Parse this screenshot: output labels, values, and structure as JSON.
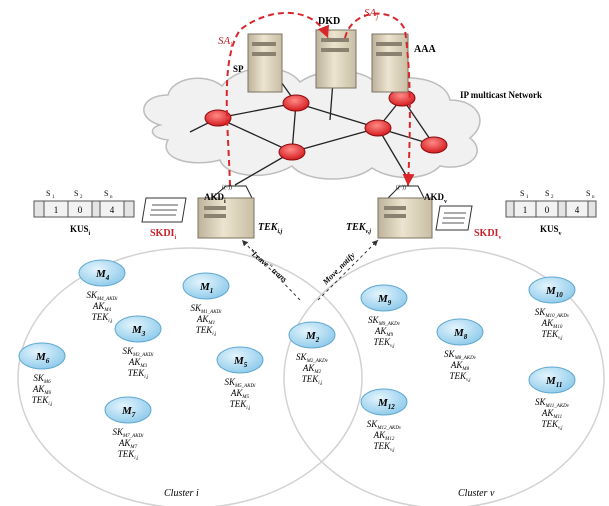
{
  "network": {
    "server_labels": {
      "sp": "SP",
      "dkd": "DKD",
      "aaa": "AAA"
    },
    "sa_left": {
      "main": "SA",
      "sub": "i"
    },
    "sa_right": {
      "main": "SA",
      "sub": "j"
    },
    "network_label": "IP multicast Network"
  },
  "cluster_i": {
    "label": "Cluster i",
    "akd": {
      "main": "AKD",
      "sub": "i"
    },
    "skdi": {
      "main": "SKDI",
      "sub": "i"
    },
    "kus": {
      "main": "KUS",
      "sub": "i"
    },
    "tek": {
      "main": "TEK",
      "sub": "i,j"
    },
    "kus_headers": [
      {
        "main": "S",
        "sub": "1"
      },
      {
        "main": "S",
        "sub": "2"
      },
      {
        "main": "S",
        "sub": "n"
      }
    ],
    "kus_cells": [
      "1",
      "0",
      "4"
    ]
  },
  "cluster_v": {
    "label": "Cluster v",
    "akd": {
      "main": "AKD",
      "sub": "v"
    },
    "skdi": {
      "main": "SKDI",
      "sub": "v"
    },
    "kus": {
      "main": "KUS",
      "sub": "v"
    },
    "tek": {
      "main": "TEK",
      "sub": "v,j"
    },
    "kus_headers": [
      {
        "main": "S",
        "sub": "1"
      },
      {
        "main": "S",
        "sub": "2"
      },
      {
        "main": "S",
        "sub": "n"
      }
    ],
    "kus_cells": [
      "1",
      "0",
      "4"
    ]
  },
  "arrows": {
    "leave": "\"Leave\" trans",
    "move": "Move_notify"
  },
  "members": [
    {
      "id": "m4",
      "name": "M",
      "sub": "4",
      "lines": [
        {
          "main": "SK",
          "sub": "M4_AKDi"
        },
        {
          "main": "AK",
          "sub": "M4"
        },
        {
          "main": "TEK",
          "sub": "i,j"
        }
      ]
    },
    {
      "id": "m1",
      "name": "M",
      "sub": "1",
      "lines": [
        {
          "main": "SK",
          "sub": "M1_AKDi"
        },
        {
          "main": "AK",
          "sub": "M1"
        },
        {
          "main": "TEK",
          "sub": "i,j"
        }
      ]
    },
    {
      "id": "m3",
      "name": "M",
      "sub": "3",
      "lines": [
        {
          "main": "SK",
          "sub": "M3_AKDi"
        },
        {
          "main": "AK",
          "sub": "M3"
        },
        {
          "main": "TEK",
          "sub": "i,j"
        }
      ]
    },
    {
      "id": "m6",
      "name": "M",
      "sub": "6",
      "lines": [
        {
          "main": "SK",
          "sub": "M6"
        },
        {
          "main": "AK",
          "sub": "M6"
        },
        {
          "main": "TEK",
          "sub": "i,j"
        }
      ]
    },
    {
      "id": "m5",
      "name": "M",
      "sub": "5",
      "lines": [
        {
          "main": "SK",
          "sub": "M5_AKDi"
        },
        {
          "main": "AK",
          "sub": "M5"
        },
        {
          "main": "TEK",
          "sub": "i,j"
        }
      ]
    },
    {
      "id": "m7",
      "name": "M",
      "sub": "7",
      "lines": [
        {
          "main": "SK",
          "sub": "M7_AKDi"
        },
        {
          "main": "AK",
          "sub": "M7"
        },
        {
          "main": "TEK",
          "sub": "i,j"
        }
      ]
    },
    {
      "id": "m2",
      "name": "M",
      "sub": "2",
      "lines": [
        {
          "main": "SK",
          "sub": "M2_AKDv"
        },
        {
          "main": "AK",
          "sub": "M2"
        },
        {
          "main": "TEK",
          "sub": "i,j"
        }
      ]
    },
    {
      "id": "m9",
      "name": "M",
      "sub": "9",
      "lines": [
        {
          "main": "SK",
          "sub": "M9_AKDv"
        },
        {
          "main": "AK",
          "sub": "M9"
        },
        {
          "main": "TEK",
          "sub": "v,j"
        }
      ]
    },
    {
      "id": "m8",
      "name": "M",
      "sub": "8",
      "lines": [
        {
          "main": "SK",
          "sub": "M8_AKDv"
        },
        {
          "main": "AK",
          "sub": "M8"
        },
        {
          "main": "TEK",
          "sub": "v,j"
        }
      ]
    },
    {
      "id": "m10",
      "name": "M",
      "sub": "10",
      "lines": [
        {
          "main": "SK",
          "sub": "M10_AKDv"
        },
        {
          "main": "AK",
          "sub": "M10"
        },
        {
          "main": "TEK",
          "sub": "v,j"
        }
      ]
    },
    {
      "id": "m11",
      "name": "M",
      "sub": "11",
      "lines": [
        {
          "main": "SK",
          "sub": "M11_AKDv"
        },
        {
          "main": "AK",
          "sub": "M11"
        },
        {
          "main": "TEK",
          "sub": "v,j"
        }
      ]
    },
    {
      "id": "m12",
      "name": "M",
      "sub": "12",
      "lines": [
        {
          "main": "SK",
          "sub": "M12_AKDv"
        },
        {
          "main": "AK",
          "sub": "M12"
        },
        {
          "main": "TEK",
          "sub": "v,j"
        }
      ]
    }
  ],
  "colors": {
    "router": "#e0151c",
    "member_fill": "#9ed3ef",
    "arrow_red": "#d8262b",
    "label_red": "#c8202a"
  }
}
